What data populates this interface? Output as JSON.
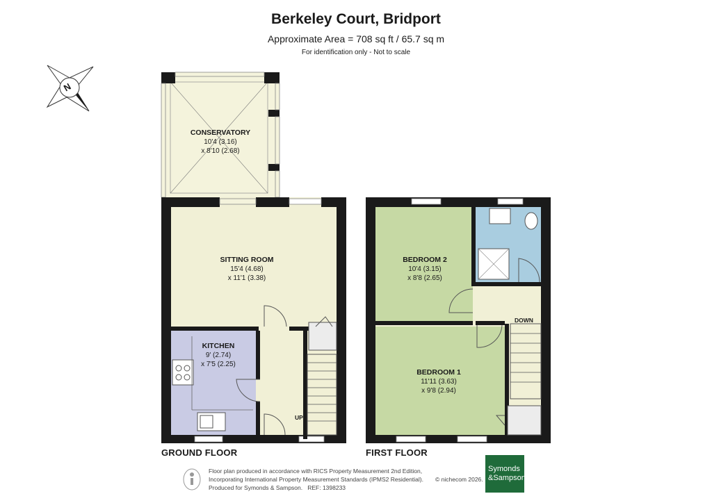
{
  "header": {
    "title": "Berkeley Court, Bridport",
    "area": "Approximate Area = 708 sq ft / 65.7 sq m",
    "note": "For identification only - Not to scale"
  },
  "compass": {
    "label": "N"
  },
  "floors": {
    "ground": {
      "label": "GROUND FLOOR",
      "stair_label": "UP",
      "rooms": [
        {
          "name": "CONSERVATORY",
          "dim1": "10'4 (3.16)",
          "dim2": "x 8'10 (2.68)"
        },
        {
          "name": "SITTING ROOM",
          "dim1": "15'4 (4.68)",
          "dim2": "x 11'1 (3.38)"
        },
        {
          "name": "KITCHEN",
          "dim1": "9' (2.74)",
          "dim2": "x 7'5 (2.25)"
        }
      ]
    },
    "first": {
      "label": "FIRST FLOOR",
      "stair_label": "DOWN",
      "rooms": [
        {
          "name": "BEDROOM 2",
          "dim1": "10'4 (3.15)",
          "dim2": "x 8'8 (2.65)"
        },
        {
          "name": "BEDROOM 1",
          "dim1": "11'11 (3.63)",
          "dim2": "x 9'8 (2.94)"
        }
      ]
    }
  },
  "footer": {
    "line1": "Floor plan produced in accordance with RICS Property Measurement 2nd Edition,",
    "line2": "Incorporating International Property Measurement Standards (IPMS2 Residential).",
    "line3": "Produced for Symonds & Sampson.",
    "ref": "REF:  1398233",
    "copyright": "© nichecom 2026."
  },
  "logo": {
    "line1": "Symonds",
    "line2": "&Sampson"
  },
  "colors": {
    "wall": "#1a1a1a",
    "conservatory": "#f4f3dc",
    "sitting_room": "#f1f0d6",
    "kitchen": "#c9cbe4",
    "hall": "#f1f0d6",
    "bedroom": "#c6d9a4",
    "bathroom": "#a9cde0",
    "landing": "#f1f0d6",
    "logo": "#1f6b3a"
  }
}
